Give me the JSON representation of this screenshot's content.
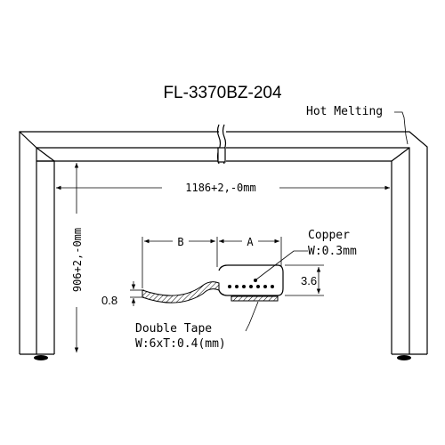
{
  "title": "FL-3370BZ-204",
  "labels": {
    "hot_melting": "Hot Melting",
    "width_dim": "1186+2,-0mm",
    "height_dim": "906+2,-0mm",
    "dim_a": "A",
    "dim_b": "B",
    "copper": "Copper",
    "copper_width": "W:0.3mm",
    "thickness_left": "0.8",
    "height_right": "3.6",
    "double_tape": "Double Tape",
    "tape_spec": "W:6xT:0.4(mm)"
  }
}
